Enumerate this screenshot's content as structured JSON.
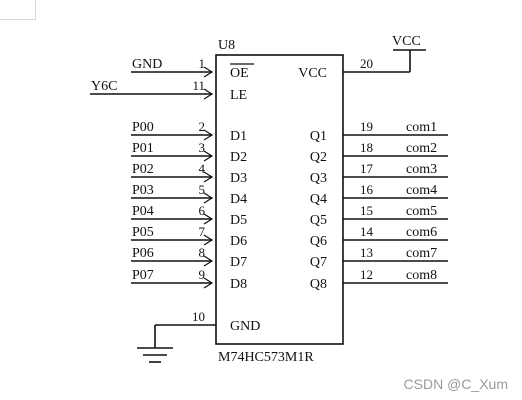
{
  "chip": {
    "ref": "U8",
    "part": "M74HC573M1R",
    "left_pins": [
      {
        "net": "GND",
        "num": "1",
        "name": "OE",
        "overbar": true
      },
      {
        "net": "Y6C",
        "num": "11",
        "name": "LE",
        "overbar": false
      },
      {
        "net": "P00",
        "num": "2",
        "name": "D1",
        "overbar": false
      },
      {
        "net": "P01",
        "num": "3",
        "name": "D2",
        "overbar": false
      },
      {
        "net": "P02",
        "num": "4",
        "name": "D3",
        "overbar": false
      },
      {
        "net": "P03",
        "num": "5",
        "name": "D4",
        "overbar": false
      },
      {
        "net": "P04",
        "num": "6",
        "name": "D5",
        "overbar": false
      },
      {
        "net": "P05",
        "num": "7",
        "name": "D6",
        "overbar": false
      },
      {
        "net": "P06",
        "num": "8",
        "name": "D7",
        "overbar": false
      },
      {
        "net": "P07",
        "num": "9",
        "name": "D8",
        "overbar": false
      },
      {
        "net": "",
        "num": "10",
        "name": "GND",
        "overbar": false
      }
    ],
    "right_pins": [
      {
        "name": "VCC",
        "num": "20",
        "net": "VCC"
      },
      {
        "name": "Q1",
        "num": "19",
        "net": "com1"
      },
      {
        "name": "Q2",
        "num": "18",
        "net": "com2"
      },
      {
        "name": "Q3",
        "num": "17",
        "net": "com3"
      },
      {
        "name": "Q4",
        "num": "16",
        "net": "com4"
      },
      {
        "name": "Q5",
        "num": "15",
        "net": "com5"
      },
      {
        "name": "Q6",
        "num": "14",
        "net": "com6"
      },
      {
        "name": "Q7",
        "num": "13",
        "net": "com7"
      },
      {
        "name": "Q8",
        "num": "12",
        "net": "com8"
      }
    ]
  },
  "watermark": "CSDN @C_Xum"
}
